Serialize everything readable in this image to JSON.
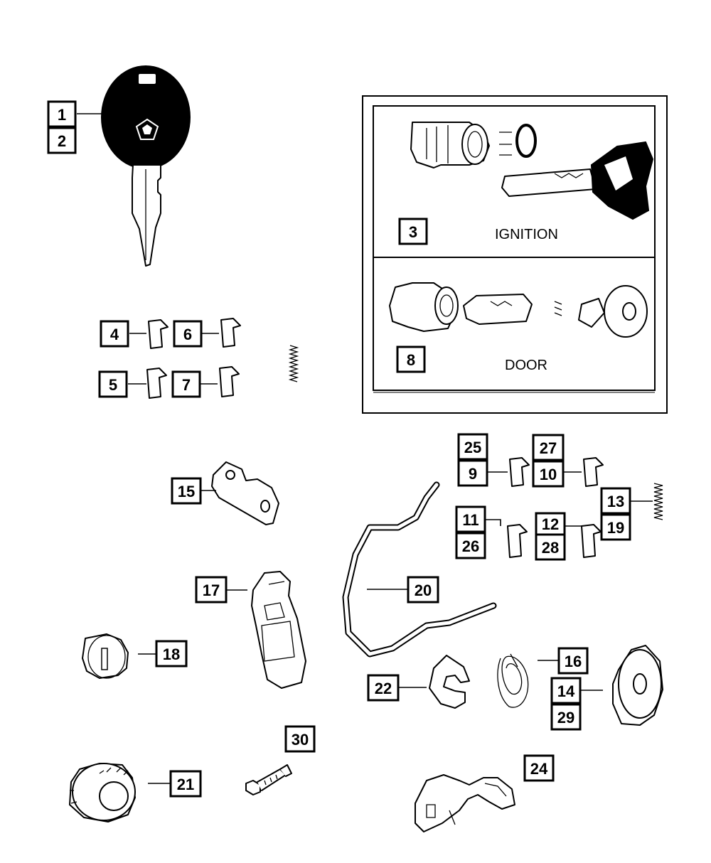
{
  "callouts": {
    "c1": "1",
    "c2": "2",
    "c3": "3",
    "c4": "4",
    "c5": "5",
    "c6": "6",
    "c7": "7",
    "c8": "8",
    "c9": "9",
    "c10": "10",
    "c11": "11",
    "c12": "12",
    "c13": "13",
    "c14": "14",
    "c15": "15",
    "c16": "16",
    "c17": "17",
    "c18": "18",
    "c19": "19",
    "c20": "20",
    "c21": "21",
    "c22": "22",
    "c24": "24",
    "c25": "25",
    "c26": "26",
    "c27": "27",
    "c28": "28",
    "c29": "29",
    "c30": "30"
  },
  "groups": {
    "ignition_label": "IGNITION",
    "door_label": "DOOR"
  }
}
